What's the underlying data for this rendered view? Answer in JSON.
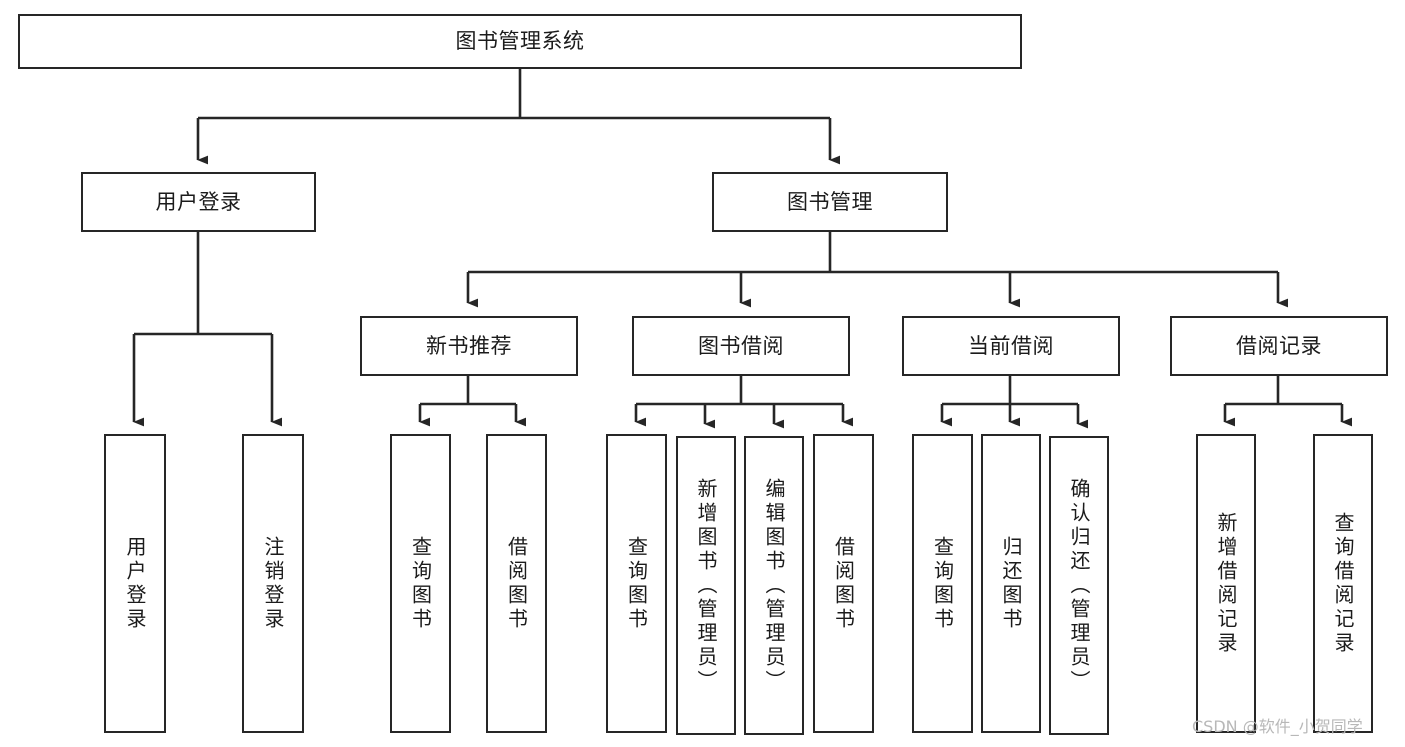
{
  "diagram": {
    "title": "图书管理系统",
    "type": "功能结构图",
    "root": {
      "id": "root",
      "label": "图书管理系统"
    },
    "level2": [
      {
        "id": "user-login",
        "label": "用户登录"
      },
      {
        "id": "book-manage",
        "label": "图书管理"
      }
    ],
    "level3": [
      {
        "id": "new-book-rec",
        "label": "新书推荐",
        "parent": "book-manage"
      },
      {
        "id": "book-borrow",
        "label": "图书借阅",
        "parent": "book-manage"
      },
      {
        "id": "current-borrow",
        "label": "当前借阅",
        "parent": "book-manage"
      },
      {
        "id": "borrow-record",
        "label": "借阅记录",
        "parent": "book-manage"
      }
    ],
    "leaves": [
      {
        "id": "leaf-user-login",
        "label": "用户登录",
        "parent": "user-login"
      },
      {
        "id": "leaf-user-logout",
        "label": "注销登录",
        "parent": "user-login"
      },
      {
        "id": "leaf-query-book-1",
        "label": "查询图书",
        "parent": "new-book-rec"
      },
      {
        "id": "leaf-borrow-book-1",
        "label": "借阅图书",
        "parent": "new-book-rec"
      },
      {
        "id": "leaf-query-book-2",
        "label": "查询图书",
        "parent": "book-borrow"
      },
      {
        "id": "leaf-add-book",
        "label": "新增图书（管理员）",
        "parent": "book-borrow"
      },
      {
        "id": "leaf-edit-book",
        "label": "编辑图书（管理员）",
        "parent": "book-borrow"
      },
      {
        "id": "leaf-borrow-book-2",
        "label": "借阅图书",
        "parent": "book-borrow"
      },
      {
        "id": "leaf-query-book-3",
        "label": "查询图书",
        "parent": "current-borrow"
      },
      {
        "id": "leaf-return-book",
        "label": "归还图书",
        "parent": "current-borrow"
      },
      {
        "id": "leaf-confirm-return",
        "label": "确认归还（管理员）",
        "parent": "current-borrow"
      },
      {
        "id": "leaf-add-record",
        "label": "新增借阅记录",
        "parent": "borrow-record"
      },
      {
        "id": "leaf-query-record",
        "label": "查询借阅记录",
        "parent": "borrow-record"
      }
    ]
  },
  "watermark": {
    "text": "CSDN @软件_小贺同学"
  },
  "colors": {
    "stroke": "#262626",
    "text": "#1b1b1b",
    "background": "#ffffff",
    "watermark": "#b8b8b8"
  }
}
